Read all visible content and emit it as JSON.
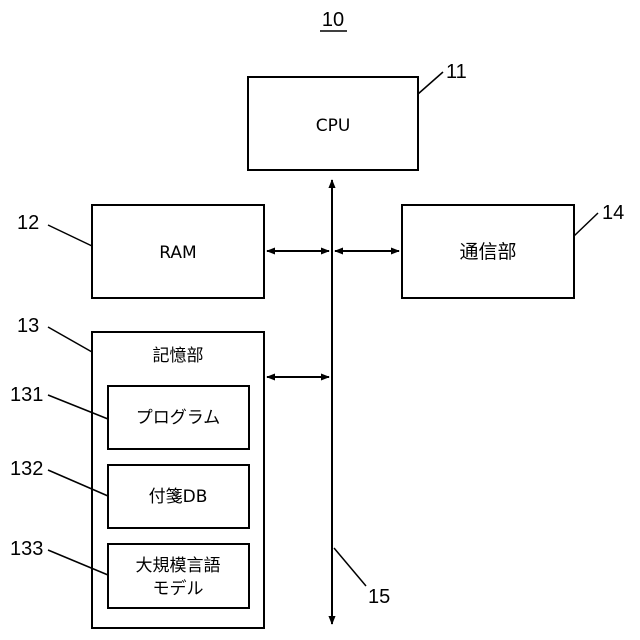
{
  "figure": {
    "ref": "10"
  },
  "cpu": {
    "label": "CPU",
    "ref": "11"
  },
  "ram": {
    "label": "RAM",
    "ref": "12"
  },
  "storage": {
    "label": "記憶部",
    "ref": "13",
    "items": [
      {
        "lines": [
          "プログラム"
        ],
        "ref": "131"
      },
      {
        "lines": [
          "付箋DB"
        ],
        "ref": "132"
      },
      {
        "lines": [
          "大規模言語",
          "モデル"
        ],
        "ref": "133"
      }
    ]
  },
  "comm": {
    "label": "通信部",
    "ref": "14"
  },
  "bus": {
    "ref": "15"
  }
}
